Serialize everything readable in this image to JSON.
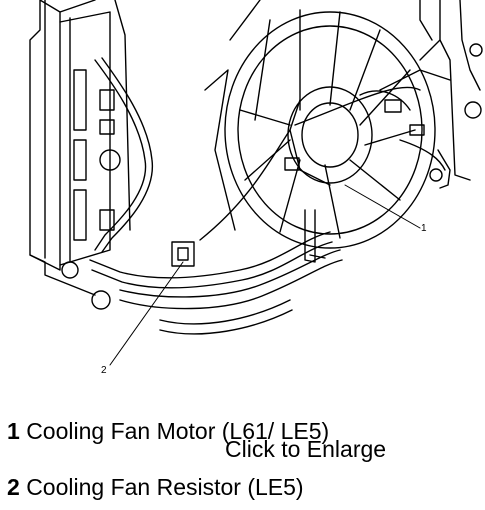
{
  "diagram": {
    "callouts": [
      "1",
      "2"
    ]
  },
  "legend": [
    {
      "number": "1",
      "text": "Cooling Fan Motor (L61/ LE5)"
    },
    {
      "number": "2",
      "text": "Cooling Fan Resistor (LE5)"
    }
  ],
  "enlarge_link": "Click to Enlarge"
}
